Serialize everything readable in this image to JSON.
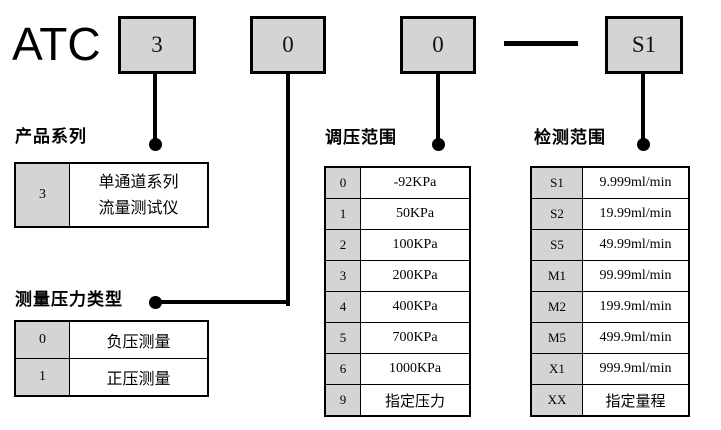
{
  "diagram": {
    "title_code": "ATC",
    "code_boxes": [
      {
        "name": "product-series-code",
        "value": "3"
      },
      {
        "name": "pressure-type-code",
        "value": "0"
      },
      {
        "name": "regulation-range-code",
        "value": "0"
      },
      {
        "name": "separator",
        "value": "—"
      },
      {
        "name": "detection-range-code",
        "value": "S1"
      }
    ],
    "sections": [
      {
        "id": "product-series",
        "title": "产品系列",
        "rows": [
          {
            "code": "3",
            "desc_lines": [
              "单通道系列",
              "流量测试仪"
            ],
            "cjk": true
          }
        ]
      },
      {
        "id": "pressure-type",
        "title": "测量压力类型",
        "rows": [
          {
            "code": "0",
            "desc": "负压测量",
            "cjk": true
          },
          {
            "code": "1",
            "desc": "正压测量",
            "cjk": true
          }
        ]
      },
      {
        "id": "regulation-range",
        "title": "调压范围",
        "rows": [
          {
            "code": "0",
            "desc": "-92KPa",
            "cjk": false
          },
          {
            "code": "1",
            "desc": "50KPa",
            "cjk": false
          },
          {
            "code": "2",
            "desc": "100KPa",
            "cjk": false
          },
          {
            "code": "3",
            "desc": "200KPa",
            "cjk": false
          },
          {
            "code": "4",
            "desc": "400KPa",
            "cjk": false
          },
          {
            "code": "5",
            "desc": "700KPa",
            "cjk": false
          },
          {
            "code": "6",
            "desc": "1000KPa",
            "cjk": false
          },
          {
            "code": "9",
            "desc": "指定压力",
            "cjk": true
          }
        ]
      },
      {
        "id": "detection-range",
        "title": "检测范围",
        "rows": [
          {
            "code": "S1",
            "desc": "9.999ml/min",
            "cjk": false
          },
          {
            "code": "S2",
            "desc": "19.99ml/min",
            "cjk": false
          },
          {
            "code": "S5",
            "desc": "49.99ml/min",
            "cjk": false
          },
          {
            "code": "M1",
            "desc": "99.99ml/min",
            "cjk": false
          },
          {
            "code": "M2",
            "desc": "199.9ml/min",
            "cjk": false
          },
          {
            "code": "M5",
            "desc": "499.9ml/min",
            "cjk": false
          },
          {
            "code": "X1",
            "desc": "999.9ml/min",
            "cjk": false
          },
          {
            "code": "XX",
            "desc": "指定量程",
            "cjk": true
          }
        ]
      }
    ],
    "colors": {
      "box_fill": "#d4d4d4",
      "line": "#000000",
      "background": "#ffffff"
    }
  }
}
